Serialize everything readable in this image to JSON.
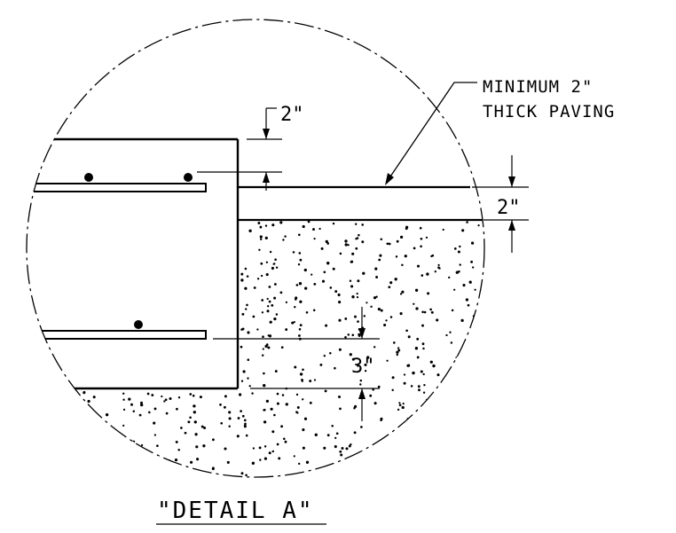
{
  "title": "\"DETAIL A\"",
  "callouts": {
    "paving_line1": "MINIMUM 2\"",
    "paving_line2": "THICK PAVING"
  },
  "dimensions": {
    "top_cover": "2\"",
    "paving_thickness": "2\"",
    "bar_cover": "3\""
  },
  "colors": {
    "ink": "#000000",
    "background": "#ffffff"
  }
}
